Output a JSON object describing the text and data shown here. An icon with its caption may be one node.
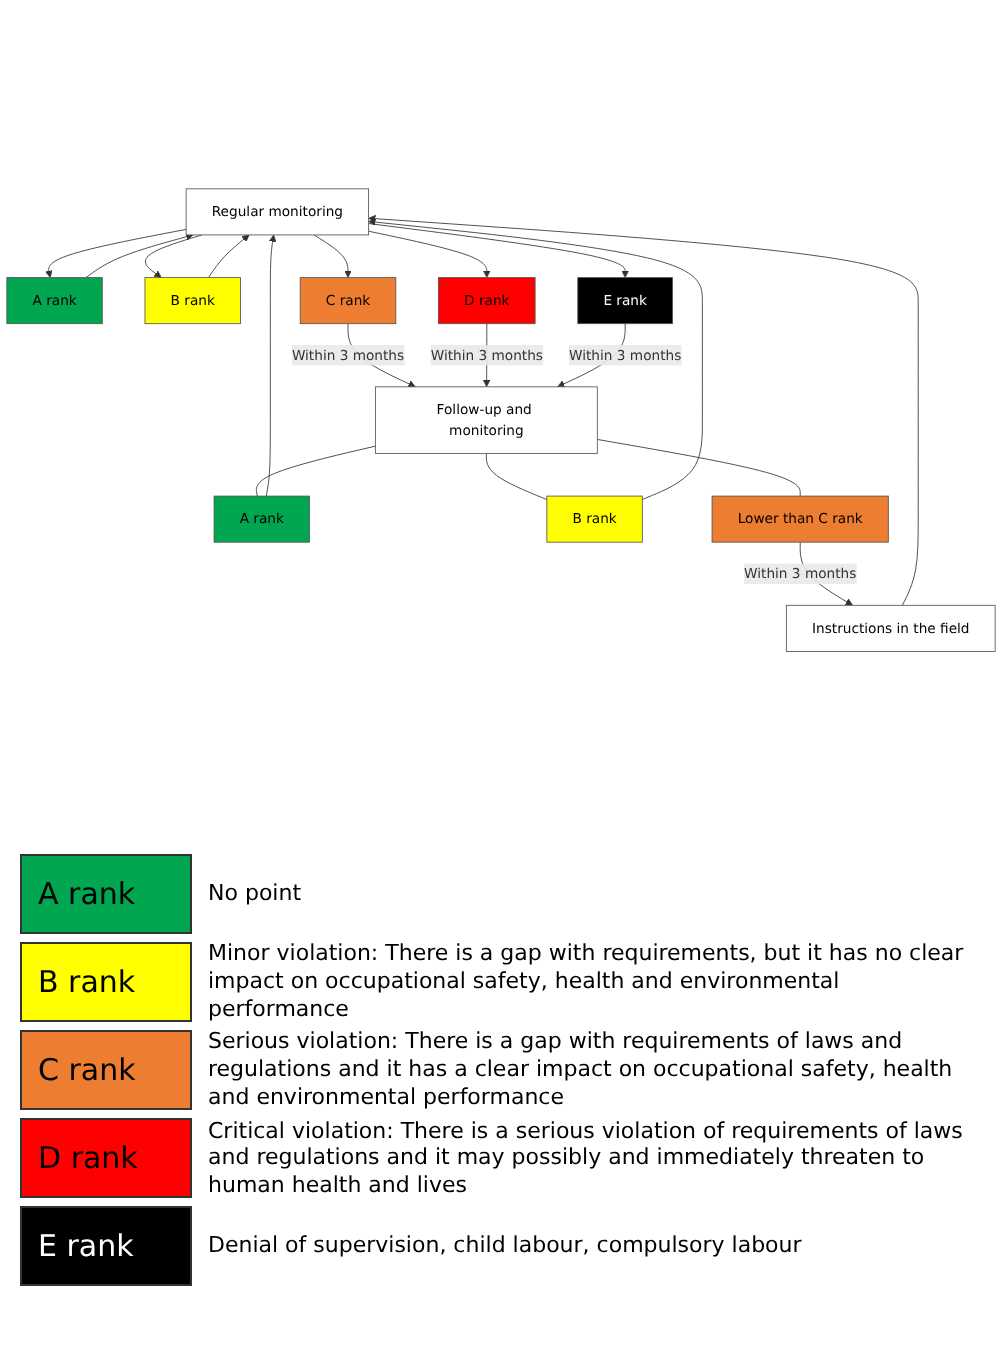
{
  "diagram": {
    "nodes": [
      {
        "text": [
          "Regular monitoring"
        ]
      },
      {
        "text": [
          "A rank"
        ]
      },
      {
        "text": [
          "B rank"
        ]
      },
      {
        "text": [
          "C rank"
        ]
      },
      {
        "text": [
          "D rank"
        ]
      },
      {
        "text": [
          "E rank"
        ]
      },
      {
        "text": [
          "Follow-up and monitoring"
        ]
      },
      {
        "text": [
          "A rank"
        ]
      },
      {
        "text": [
          "B rank"
        ]
      },
      {
        "text": [
          "Lower than C rank"
        ]
      },
      {
        "text": [
          "Instructions in the field"
        ]
      }
    ],
    "edges": [
      {
        "from": 0,
        "to": 1,
        "arrow": "to"
      },
      {
        "from": 0,
        "to": 2,
        "arrow": "to"
      },
      {
        "from": 0,
        "to": 3,
        "arrow": "to"
      },
      {
        "from": 0,
        "to": 4,
        "arrow": "to"
      },
      {
        "from": 0,
        "to": 5,
        "arrow": "to"
      },
      {
        "from": 1,
        "to": 0,
        "arrow": "to"
      },
      {
        "from": 2,
        "to": 0,
        "arrow": "to"
      },
      {
        "from": 3,
        "to": 6,
        "arrow": "to",
        "label": "Within 3 months"
      },
      {
        "from": 4,
        "to": 6,
        "arrow": "to",
        "label": "Within 3 months"
      },
      {
        "from": 5,
        "to": 6,
        "arrow": "to",
        "label": "Within 3 months"
      },
      {
        "from": 6,
        "to": 7,
        "arrow": "none"
      },
      {
        "from": 6,
        "to": 8,
        "arrow": "none"
      },
      {
        "from": 6,
        "to": 9,
        "arrow": "none"
      },
      {
        "from": 7,
        "to": 0,
        "arrow": "to"
      },
      {
        "from": 8,
        "to": 0,
        "arrow": "to"
      },
      {
        "from": 9,
        "to": 10,
        "arrow": "to",
        "label": "Within 3 months"
      },
      {
        "from": 10,
        "to": 0,
        "arrow": "to"
      }
    ],
    "labels": [
      "A rank",
      "B rank",
      "C rank",
      "D rank",
      "E rank"
    ],
    "legend": [
      {
        "text": "No point",
        "color": "#00a650"
      },
      {
        "text": "Minor violation: There is a gap with requirements, but it has no clear impact on occupational safety, health and environmental performance",
        "color": "#ffff00"
      },
      {
        "text": "Serious violation: There is a gap with requirements of laws and regulations and it has a clear impact on occupational safety, health and environmental performance",
        "color": "#ed7d31"
      },
      {
        "text": "Critical violation: There is a serious violation of requirements of laws and regulations and it may possibly and immediately threaten to human health and lives",
        "color": "#ff0000"
      },
      {
        "text": "Denial of supervision, child labour, compulsory labour",
        "color": "#000000"
      }
    ]
  }
}
